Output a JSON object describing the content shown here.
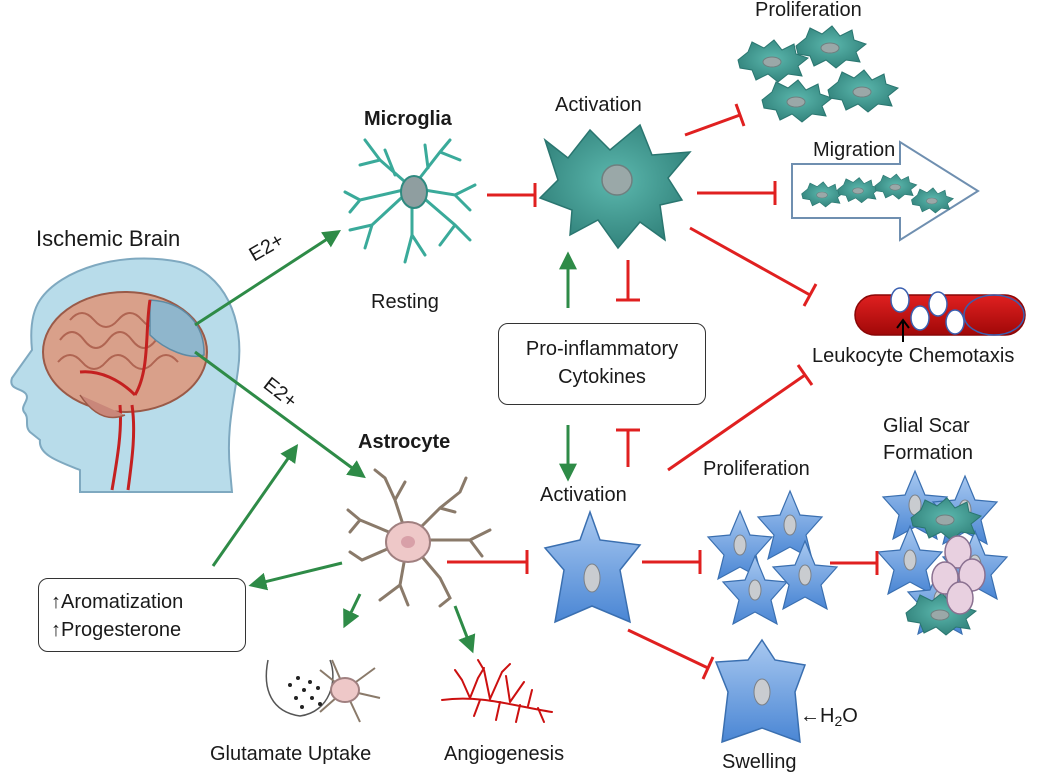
{
  "labels": {
    "ischemic_brain": "Ischemic Brain",
    "e2_upper": "E2+",
    "e2_lower": "E2+",
    "microglia": "Microglia",
    "resting": "Resting",
    "microglia_activation": "Activation",
    "proliferation_top": "Proliferation",
    "migration": "Migration",
    "leukocyte_chemotaxis": "Leukocyte Chemotaxis",
    "astrocyte": "Astrocyte",
    "astrocyte_activation": "Activation",
    "proliferation_bottom": "Proliferation",
    "glial_scar_line1": "Glial Scar",
    "glial_scar_line2": "Formation",
    "swelling": "Swelling",
    "water_prefix": "←H",
    "water_sub": "2",
    "water_suffix": "O",
    "glutamate_uptake": "Glutamate Uptake",
    "angiogenesis": "Angiogenesis"
  },
  "cytokines_box": {
    "line1": "Pro-inflammatory",
    "line2": "Cytokines"
  },
  "hormone_box": {
    "line1": "↑Aromatization",
    "line2": "↑Progesterone"
  },
  "colors": {
    "activate_arrow": "#2e8b47",
    "inhibit_arrow": "#e02020",
    "microglia": "#3f9e95",
    "astrocyte": "#6ea0dc",
    "vessel": "#cc1010"
  }
}
